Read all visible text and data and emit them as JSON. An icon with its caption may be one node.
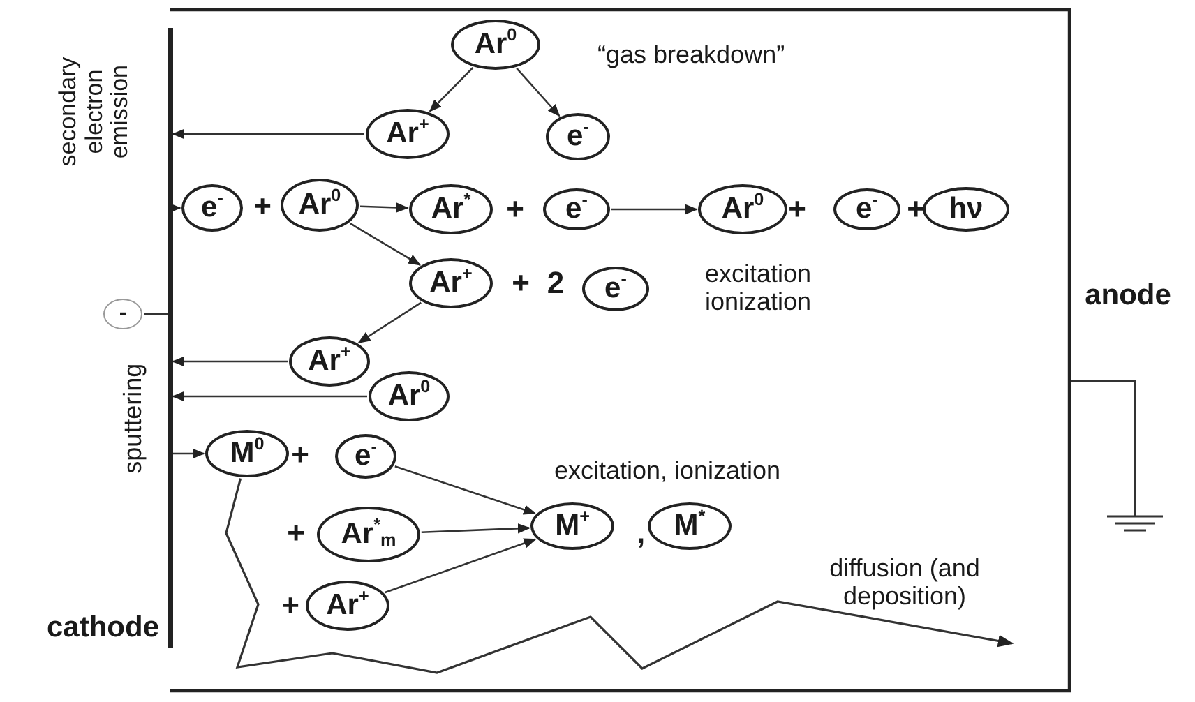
{
  "diagram": {
    "nodes": [
      {
        "text": [
          "Ar$^{0}$"
        ]
      },
      {
        "text": [
          "Ar$^{+}$"
        ]
      },
      {
        "text": [
          "e$^{-}$"
        ]
      },
      {
        "text": [
          "e$^{-}$"
        ]
      },
      {
        "text": [
          "Ar$^{0}$"
        ]
      },
      {
        "text": [
          "Ar$^{*}$"
        ]
      },
      {
        "text": [
          "e$^{-}$"
        ]
      },
      {
        "text": [
          "Ar$^{0}$"
        ]
      },
      {
        "text": [
          "e$^{-}$"
        ]
      },
      {
        "text": [
          "hν"
        ]
      },
      {
        "text": [
          "Ar$^{+}$"
        ]
      },
      {
        "text": [
          "e$^{-}$"
        ]
      },
      {
        "text": [
          "Ar$^{+}$"
        ]
      },
      {
        "text": [
          "Ar$^{0}$"
        ]
      },
      {
        "text": [
          "M$^{0}$"
        ]
      },
      {
        "text": [
          "e$^{-}$"
        ]
      },
      {
        "text": [
          "Ar$^{*}$$_{m}$"
        ]
      },
      {
        "text": [
          "Ar$^{+}$"
        ]
      },
      {
        "text": [
          "M$^{+}$"
        ]
      },
      {
        "text": [
          "M$^{*}$"
        ]
      },
      {
        "text": [],
        "shape": "bar",
        "beside": [
          "cathode"
        ]
      },
      {
        "text": [
          "-"
        ]
      }
    ],
    "edges": [
      {
        "from": 0,
        "to": 1,
        "arrow": "to"
      },
      {
        "from": 0,
        "to": 2,
        "arrow": "to"
      },
      {
        "from": 1,
        "to": 20,
        "arrow": "to"
      },
      {
        "from": 20,
        "to": 3,
        "arrow": "to"
      },
      {
        "from": 4,
        "to": 5,
        "arrow": "to"
      },
      {
        "from": 4,
        "to": 10,
        "arrow": "to"
      },
      {
        "from": 6,
        "to": 7,
        "arrow": "to"
      },
      {
        "from": 10,
        "to": 12,
        "arrow": "to"
      },
      {
        "from": 12,
        "to": 20,
        "arrow": "to"
      },
      {
        "from": 13,
        "to": 20,
        "arrow": "to"
      },
      {
        "from": 20,
        "to": 14,
        "arrow": "to"
      },
      {
        "from": 15,
        "to": 18,
        "arrow": "to"
      },
      {
        "from": 16,
        "to": 18,
        "arrow": "to"
      },
      {
        "from": 17,
        "to": 18,
        "arrow": "to"
      },
      {
        "from": 14,
        "to": null,
        "arrow": "to",
        "label": "diffusion (and deposition)"
      },
      {
        "from": 21,
        "to": 20,
        "arrow": "none"
      }
    ],
    "labels": [
      "secondary electron emission",
      "“gas breakdown”",
      "+",
      "+",
      "+",
      "+",
      "+",
      "2",
      "excitation ionization",
      "anode",
      "sputtering",
      "+",
      "+",
      "+",
      "excitation, ionization",
      ","
    ]
  }
}
